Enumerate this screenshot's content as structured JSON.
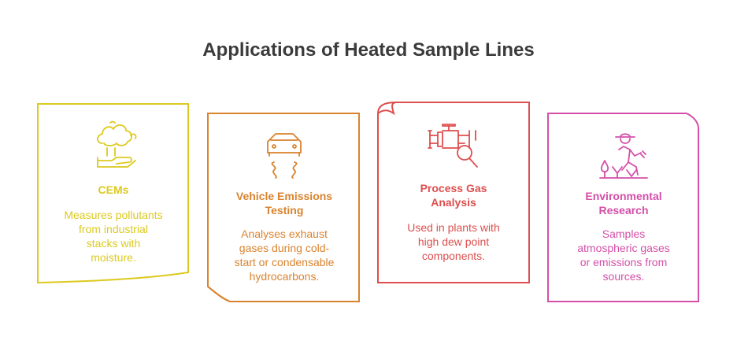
{
  "title": "Applications of Heated Sample Lines",
  "colors": {
    "cems": "#dcca1e",
    "vehicle": "#d9832f",
    "process": "#de4e4e",
    "environmental": "#d44fa8"
  },
  "cards": [
    {
      "heading": [
        "CEMs"
      ],
      "description": [
        "Measures pollutants",
        "from industrial",
        "stacks with",
        "moisture."
      ],
      "icon": "smokestack-cloud-icon"
    },
    {
      "heading": [
        "Vehicle Emissions",
        "Testing"
      ],
      "description": [
        "Analyses exhaust",
        "gases during cold-",
        "start or condensable",
        "hydrocarbons."
      ],
      "icon": "car-road-icon"
    },
    {
      "heading": [
        "Process Gas",
        "Analysis"
      ],
      "description": [
        "Used in plants with",
        "high dew point",
        "components."
      ],
      "icon": "pipe-valve-magnifier-icon"
    },
    {
      "heading": [
        "Environmental",
        "Research"
      ],
      "description": [
        "Samples",
        "atmospheric gases",
        "or emissions from",
        "sources."
      ],
      "icon": "researcher-plants-icon"
    }
  ]
}
